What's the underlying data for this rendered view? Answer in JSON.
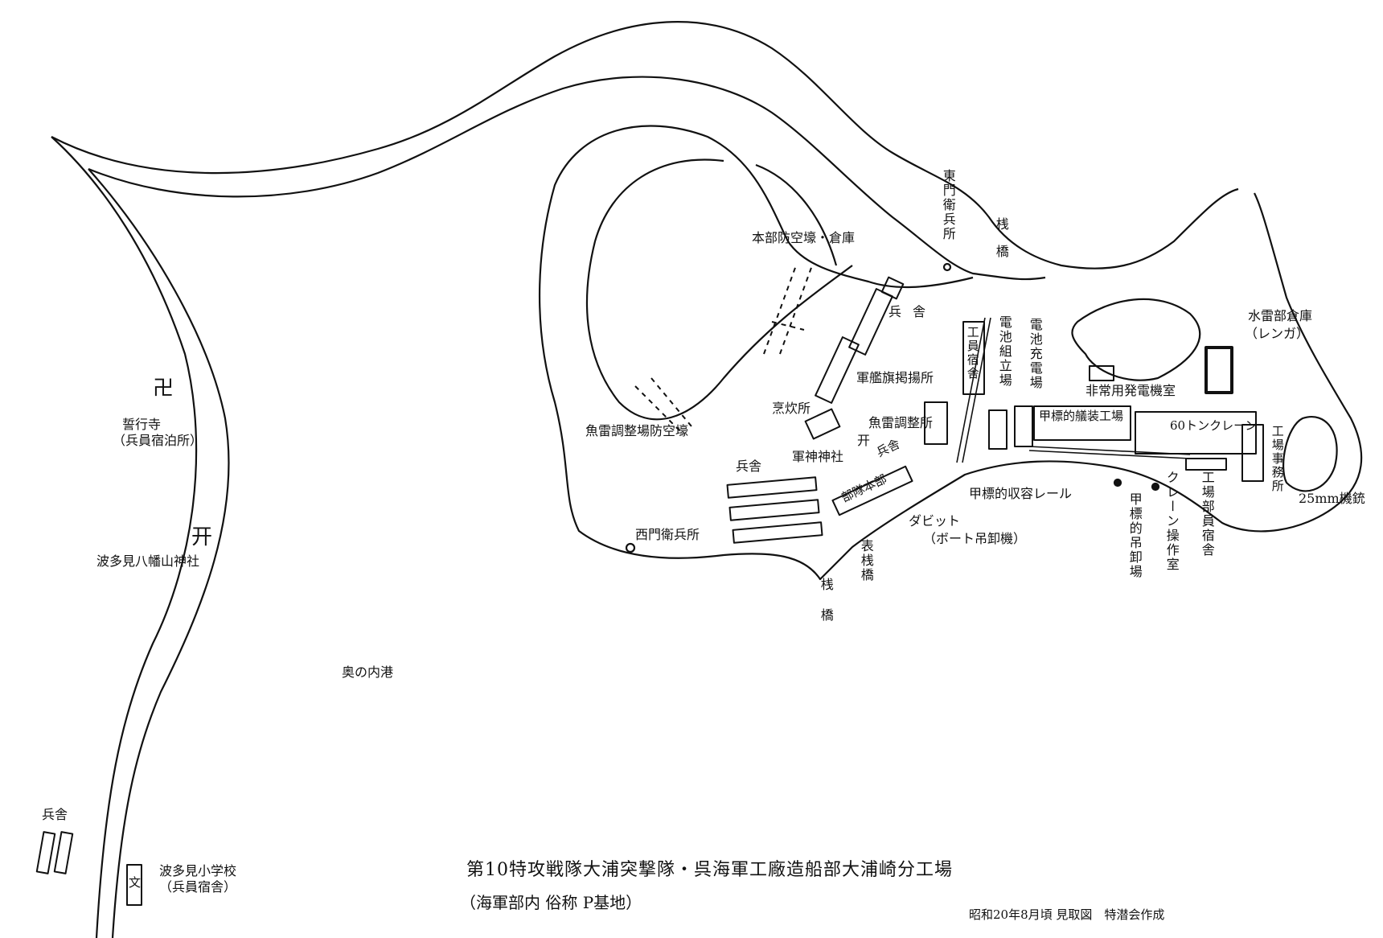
{
  "title": "第10特攻戦隊大浦突撃隊・呉海軍工廠造船部大浦崎分工場",
  "subtitle": "（海軍部内 俗称 P基地）",
  "credit": "昭和20年8月頃 見取図　特潜会作成",
  "west": {
    "temple_symbol": "卍",
    "temple_name": "誓行寺",
    "temple_note": "（兵員宿泊所）",
    "shrine_symbol": "开",
    "shrine_name": "波多見八幡山神社",
    "barracks": "兵舎",
    "school_symbol": "文",
    "school_name": "波多見小学校",
    "school_note": "（兵員宿舎）",
    "harbor": "奥の内港"
  },
  "base": {
    "hq_shelter": "本部防空壕・倉庫",
    "torpedo_shelter": "魚雷調整場防空壕",
    "west_gate": "西門衛兵所",
    "barracks_south": "兵舎",
    "kitchen": "烹炊所",
    "shrine_symbol": "开",
    "shrine": "軍神神社",
    "flag_post": "軍艦旗掲揚所",
    "torpedo_station": "魚雷調整所",
    "barracks_boxed": "兵舎",
    "unit_hq": "部隊本部",
    "east_gate": "東門衛兵所",
    "pier_north": "桟橋",
    "barracks_north": "兵舎",
    "worker_dorm": "工員宿舎",
    "battery_assembly": "電池組立場",
    "battery_charge": "電池充電場",
    "torpedo_store": "水雷部倉庫",
    "torpedo_store_note": "（レンガ）",
    "generator": "非常用発電機室",
    "outfitting_factory": "甲標的艤装工場",
    "crane": "60トンクレーン",
    "factory_office": "工場事務所",
    "machine_gun": "25mm機銃",
    "rail": "甲標的収容レール",
    "launch_site": "甲標的吊卸場",
    "crane_room": "クレーン操作室",
    "staff_dorm": "工場部員宿舎",
    "davit": "ダビット",
    "davit_note": "（ボート吊卸機）",
    "front_pier": "表桟橋",
    "pier_south": "桟橋"
  }
}
